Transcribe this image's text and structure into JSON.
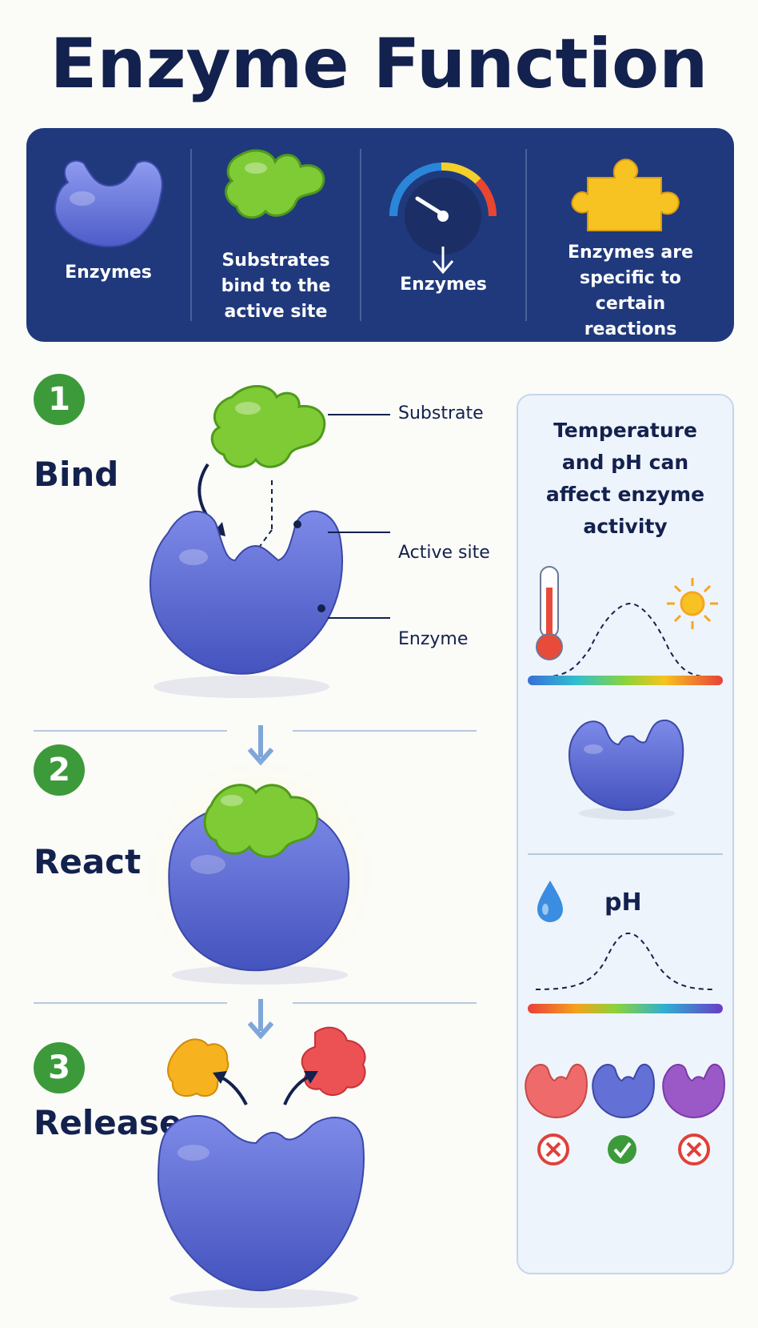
{
  "title": "Enzyme Function",
  "banner": {
    "items": [
      {
        "label": "Enzymes",
        "icon": "enzyme-icon"
      },
      {
        "label": "Substrates bind to the active site",
        "icon": "puzzle-substrate-icon"
      },
      {
        "label": "Enzymes",
        "icon": "gauge-icon"
      },
      {
        "label": "Enzymes are specific to certain reactions",
        "icon": "puzzle-piece-icon"
      }
    ]
  },
  "steps": [
    {
      "number": "1",
      "label": "Bind"
    },
    {
      "number": "2",
      "label": "React"
    },
    {
      "number": "3",
      "label": "Release"
    }
  ],
  "callouts": {
    "substrate": "Substrate",
    "active_site": "Active site",
    "enzyme": "Enzyme"
  },
  "panel": {
    "title": "Temperature and pH can affect enzyme activity",
    "ph_label": "pH"
  },
  "colors": {
    "enzyme": "#5565d0",
    "substrate": "#7fcb36",
    "banner": "#20397c",
    "step_badge": "#3c9a3a",
    "product_yellow": "#f6b21f",
    "product_red": "#ec5254"
  }
}
